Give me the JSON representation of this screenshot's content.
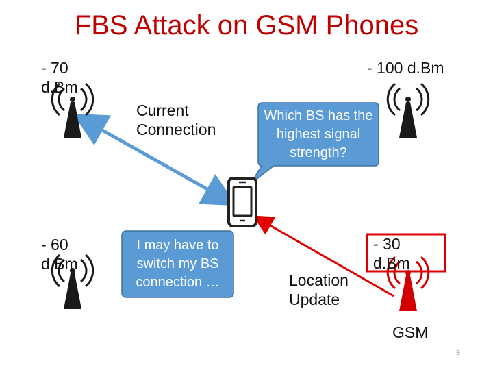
{
  "slide": {
    "title": "FBS Attack on GSM Phones",
    "page_number": "8"
  },
  "towers": {
    "top_left_signal": "- 70 d.Bm",
    "top_right_signal": "- 100 d.Bm",
    "bottom_left_signal": "- 60 d.Bm",
    "fake_signal": "- 30 d.Bm",
    "fake_label": "GSM"
  },
  "labels": {
    "current_connection": "Current Connection",
    "location_update": "Location Update"
  },
  "callouts": {
    "question": "Which BS has the highest signal strength?",
    "switch": "I may have to switch my BS connection …"
  },
  "colors": {
    "title": "#c00000",
    "callout_fill": "#5b9bd5",
    "legit_arrow": "#5b9bd5",
    "fake_arrow": "#e00000",
    "legit_tower": "#1a1a1a",
    "fake_tower": "#d40000"
  }
}
